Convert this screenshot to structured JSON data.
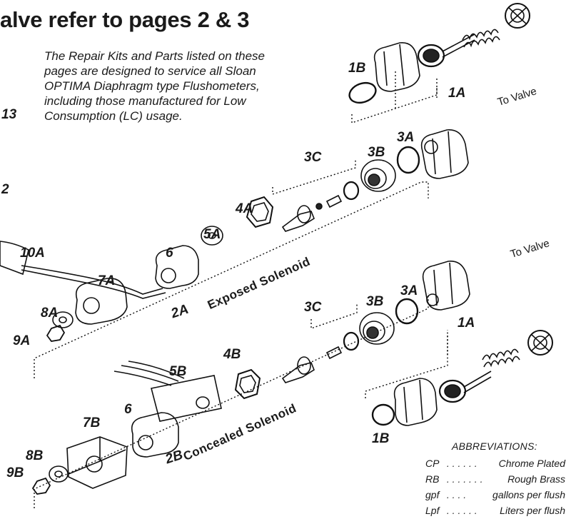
{
  "header": {
    "title": "alve refer to pages 2 & 3"
  },
  "intro": {
    "lines": [
      "The Repair Kits and Parts listed on these",
      "pages are designed to service all Sloan",
      "OPTIMA Diaphragm type Flushometers,",
      "including those manufactured for Low",
      "Consumption (LC) usage."
    ]
  },
  "edge_labels": {
    "a": "13",
    "b": "2"
  },
  "part_labels": {
    "l1B_top": "1B",
    "l1A_top": "1A",
    "l3C_top": "3C",
    "l3B_top": "3B",
    "l3A_top": "3A",
    "l4A": "4A",
    "l5A": "5A",
    "l6_top": "6",
    "l10A": "10A",
    "l7A": "7A",
    "l8A": "8A",
    "l9A": "9A",
    "l2A": "2A",
    "l3C_bot": "3C",
    "l3B_bot": "3B",
    "l3A_bot": "3A",
    "l1A_bot": "1A",
    "l4B": "4B",
    "l5B": "5B",
    "l6_bot": "6",
    "l7B": "7B",
    "l8B": "8B",
    "l9B": "9B",
    "l2B": "2B",
    "l1B_bot": "1B"
  },
  "to_valve": {
    "top": "To Valve",
    "mid": "To Valve"
  },
  "solenoids": {
    "exposed": "Exposed Solenoid",
    "concealed": "Concealed Solenoid"
  },
  "abbreviations": {
    "heading": "ABBREVIATIONS:",
    "rows": [
      {
        "code": "CP",
        "meaning": "Chrome Plated"
      },
      {
        "code": "RB",
        "meaning": "Rough Brass"
      },
      {
        "code": "gpf",
        "meaning": "gallons per flush"
      },
      {
        "code": "Lpf",
        "meaning": "Liters per flush"
      }
    ]
  }
}
